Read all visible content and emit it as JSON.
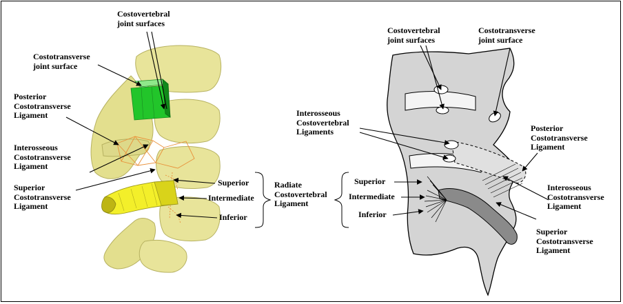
{
  "left_panel": {
    "costovertebral_joint_surfaces": "Costovertebral\njoint surfaces",
    "costotransverse_joint_surface": "Costotransverse\njoint surface",
    "posterior_costotransverse_ligament": "Posterior\nCostotransverse\nLigament",
    "interosseous_costotransverse_ligament": "Interosseous\nCostotransverse\nLigament",
    "superior_costotransverse_ligament": "Superior\nCostotransverse\nLigament",
    "radiate_superior": "Superior",
    "radiate_intermediate": "Intermediate",
    "radiate_inferior": "Inferior"
  },
  "center": {
    "radiate_costovertebral_ligament": "Radiate\nCostovertebral\nLigament"
  },
  "right_panel": {
    "costovertebral_joint_surfaces": "Costovertebral\njoint surfaces",
    "costotransverse_joint_surface": "Costotransverse\njoint surface",
    "interosseous_costovertebral_ligaments": "Interosseous\nCostovertebral\nLigaments",
    "posterior_costotransverse_ligament": "Posterior\nCostotransverse\nLigament",
    "interosseous_costotransverse_ligament": "Interosseous\nCostotransverse\nLigament",
    "superior_costotransverse_ligament": "Superior\nCostotransverse\nLigament",
    "radiate_superior": "Superior",
    "radiate_intermediate": "Intermediate",
    "radiate_inferior": "Inferior"
  },
  "colors": {
    "bone_model": "#e8e49a",
    "joint_surface_green": "#22c52a",
    "ligament_yellow": "#f3ef2a",
    "ligament_orange": "#e8913a",
    "bone_sketch": "#d4d4d4",
    "rib_sketch": "#8a8a8a"
  }
}
